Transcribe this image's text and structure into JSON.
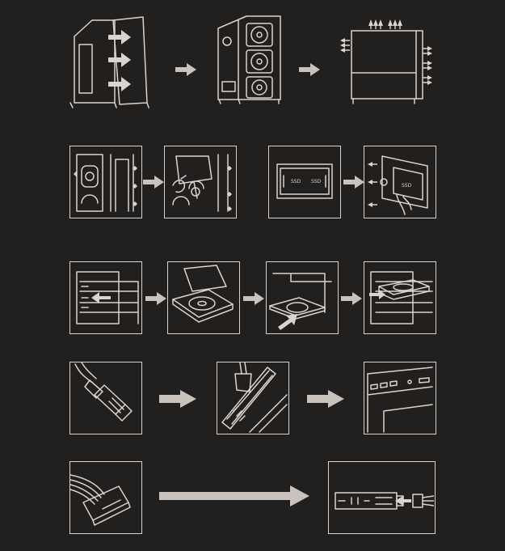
{
  "colors": {
    "background": "#221f1f",
    "line": "#d9d4cf",
    "arrow": "#c9c2bd"
  },
  "labels": {
    "ssd_a": "SSD",
    "ssd_b": "SSD",
    "ssd_c": "SSD"
  },
  "icons": {
    "airflow": "upward-arrows",
    "intake": "left-arrows",
    "exhaust": "right-arrows"
  }
}
